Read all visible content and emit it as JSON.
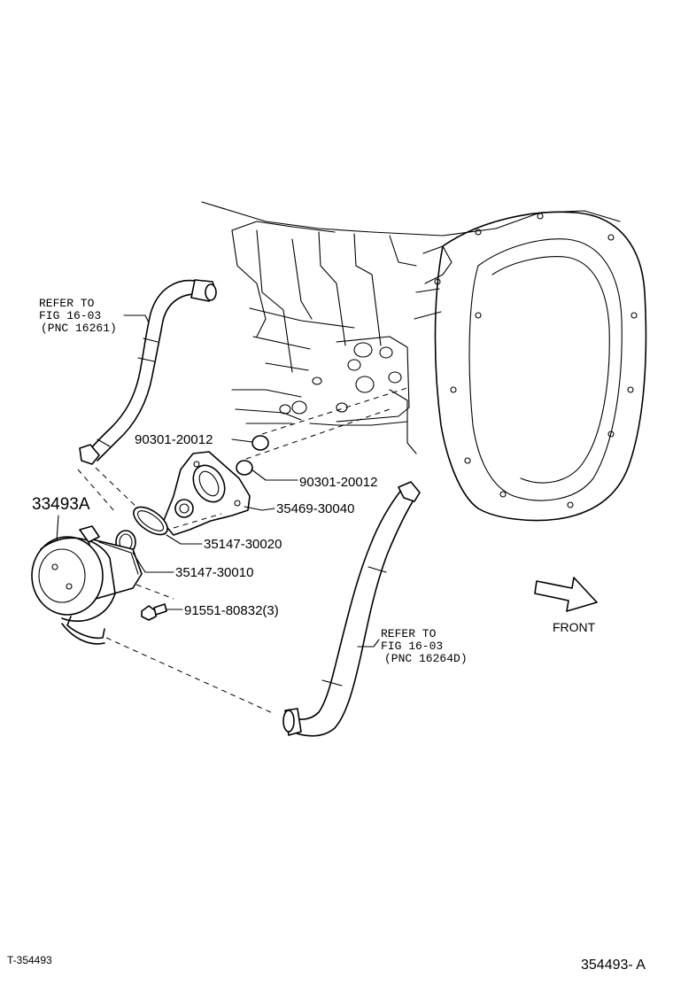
{
  "callouts": {
    "part_33493a": "33493A",
    "gasket_upper": "90301-20012",
    "gasket_lower": "90301-20012",
    "adapter": "35469-30040",
    "oring_large": "35147-30020",
    "oring_small": "35147-30010",
    "bolt": "91551-80832(3)"
  },
  "refer_upper": {
    "line1": "REFER TO",
    "line2": "FIG 16-03",
    "line3": "(PNC 16261)"
  },
  "refer_lower": {
    "line1": "REFER TO",
    "line2": "FIG 16-03",
    "line3": "(PNC 16264D)"
  },
  "direction": {
    "label": "FRONT",
    "icon": "front-arrow-icon"
  },
  "footer": {
    "left_code": "T-354493",
    "right_code": "354493- A"
  }
}
